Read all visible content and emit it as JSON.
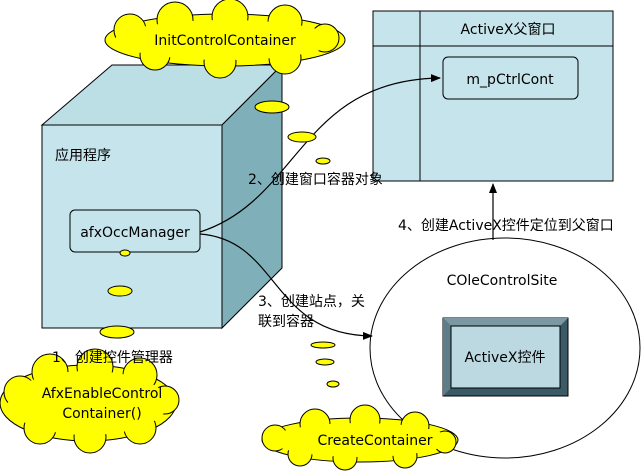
{
  "cloud_top": "InitControlContainer",
  "cloud_bottom_left": {
    "line1": "AfxEnableControl",
    "line2": "Container()"
  },
  "cloud_bottom": "CreateContainer",
  "app_box": {
    "label": "应用程序",
    "inner": "afxOccManager"
  },
  "parent_window": {
    "title": "ActiveX父窗口",
    "inner": "m_pCtrlCont"
  },
  "site": {
    "label": "COleControlSite",
    "inner": "ActiveX控件"
  },
  "steps": {
    "step1": "1、创建控件管理器",
    "step2": "2、创建窗口容器对象",
    "step3_line1": "3、创建站点，关",
    "step3_line2": "联到容器",
    "step4": "4、创建ActiveX控件定位到父窗口"
  },
  "colors": {
    "box_face": "#c6e4eb",
    "box_side": "#7fafb8",
    "cloud": "#ffff00",
    "inner_box": "#c6e4eb",
    "activex_box": "#bcd9e2",
    "activex_bevel": "#3a5a66"
  }
}
